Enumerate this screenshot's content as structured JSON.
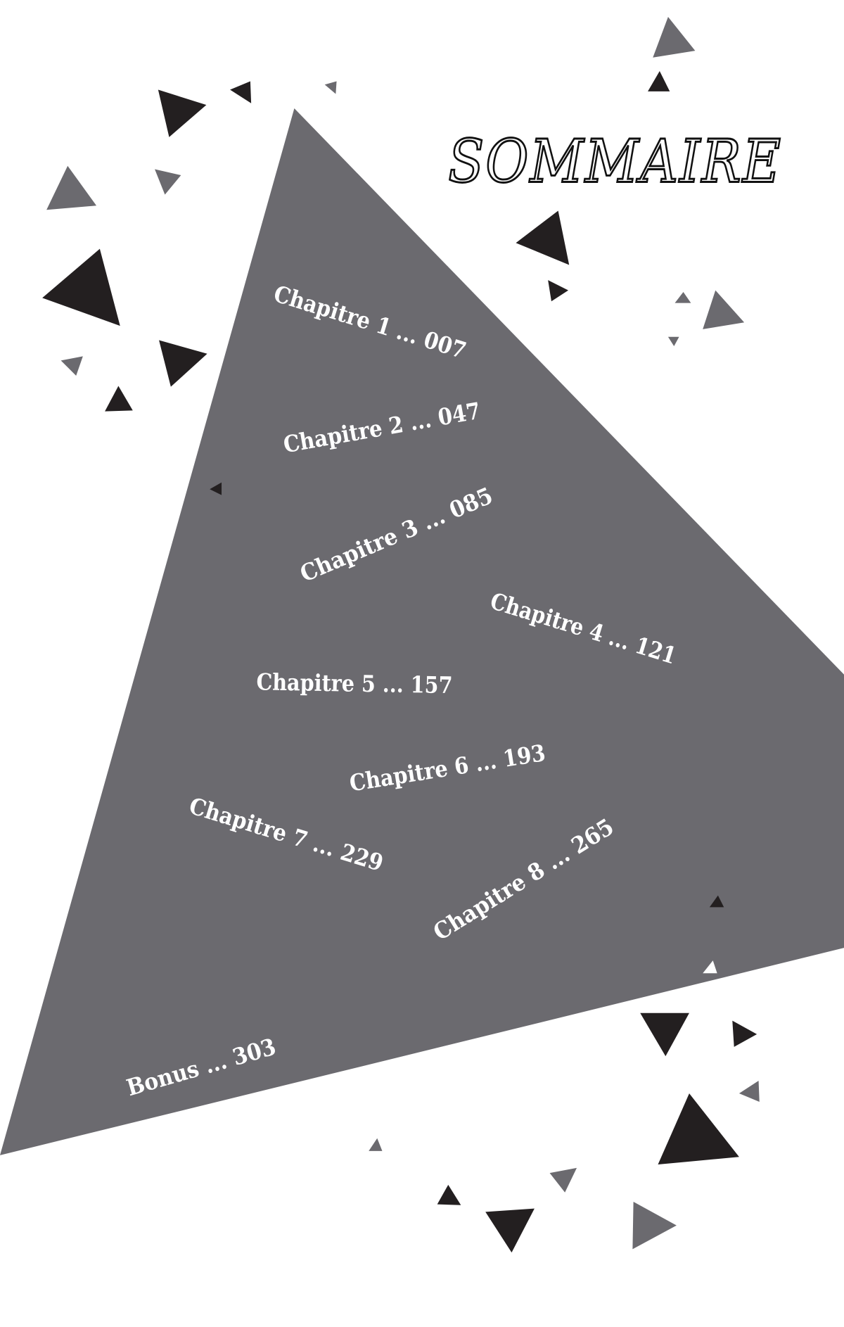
{
  "title": "SOMMAIRE",
  "entries": [
    {
      "label": "Chapitre 1 ... 007"
    },
    {
      "label": "Chapitre 2 ... 047"
    },
    {
      "label": "Chapitre 3 ... 085"
    },
    {
      "label": "Chapitre 4 ... 121"
    },
    {
      "label": "Chapitre 5 ... 157"
    },
    {
      "label": "Chapitre 6 ... 193"
    },
    {
      "label": "Chapitre 7 ... 229"
    },
    {
      "label": "Chapitre 8 ... 265"
    },
    {
      "label": "Bonus ... 303"
    }
  ],
  "colors": {
    "shape": "#6b6a6f",
    "dark": "#231f20",
    "text": "#ffffff"
  }
}
